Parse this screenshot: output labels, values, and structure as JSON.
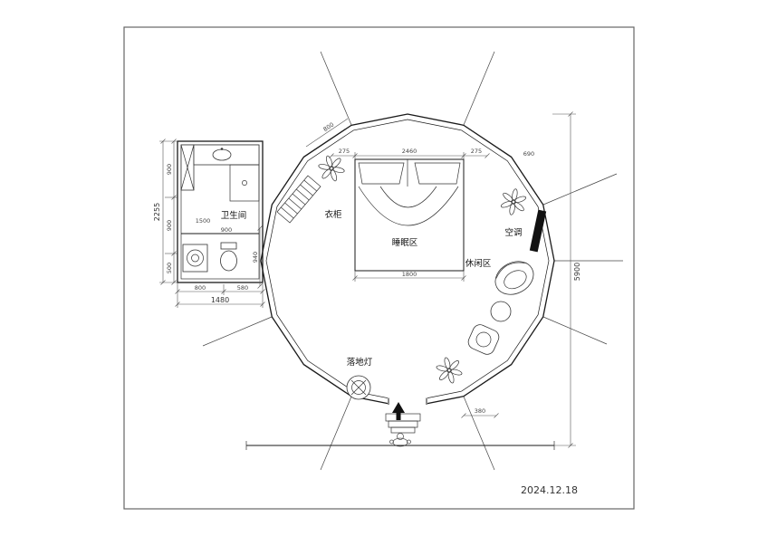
{
  "meta": {
    "date": "2024.12.18"
  },
  "rooms": {
    "bathroom": "卫生间",
    "wardrobe": "衣柜",
    "sleeping": "睡眠区",
    "leisure": "休闲区",
    "ac": "空调",
    "lamp": "落地灯"
  },
  "dims": {
    "left_total": "2255",
    "left_seg1": "900",
    "left_seg2": "900",
    "left_seg3": "500",
    "bottom_seg1": "800",
    "bottom_seg2": "580",
    "bottom_total": "1480",
    "right_total": "5900",
    "top_800": "800",
    "top_275l": "275",
    "top_2460": "2460",
    "top_275r": "275",
    "top_690": "690",
    "bed_width": "1800",
    "bed_depth": "940",
    "entry_380": "380",
    "bath_a": "1500",
    "bath_b": "900"
  }
}
